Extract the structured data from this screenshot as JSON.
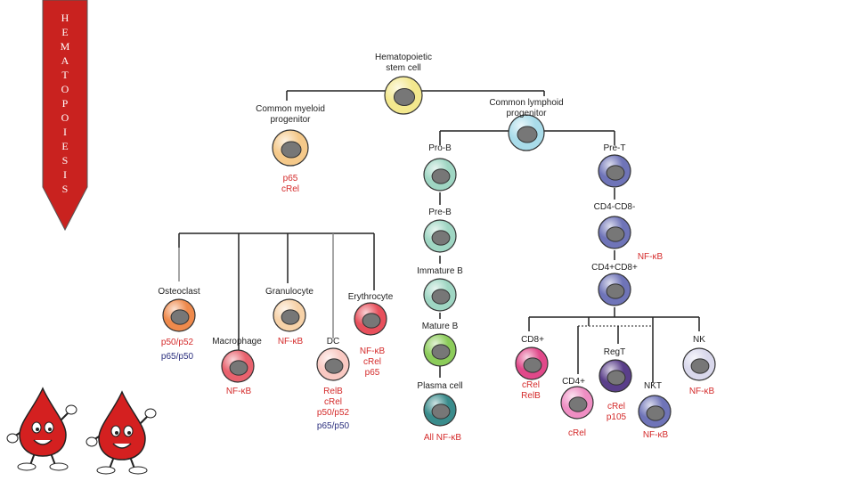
{
  "banner": {
    "letters": [
      "H",
      "E",
      "M",
      "A",
      "T",
      "O",
      "P",
      "O",
      "I",
      "E",
      "S",
      "I",
      "S"
    ]
  },
  "colors": {
    "banner": "#c9221f",
    "red_text": "#d42a2a",
    "blue_text": "#2b2f7e",
    "line": "#222222"
  },
  "cells": {
    "hsc": {
      "label_lines": [
        "Hematopoietic",
        "stem cell"
      ],
      "color": "#f3e88e"
    },
    "cmp": {
      "label_lines": [
        "Common myeloid",
        "progenitor"
      ],
      "color": "#f5c98a"
    },
    "clp": {
      "label_lines": [
        "Common lymphoid",
        "progenitor"
      ],
      "color": "#a9dcea"
    },
    "osteoclast": {
      "label": "Osteoclast",
      "color": "#ef8a4c"
    },
    "macrophage": {
      "label": "Macrophage",
      "color": "#e9626e"
    },
    "granulocyte": {
      "label": "Granulocyte",
      "color": "#f7d2a8"
    },
    "dc": {
      "label": "DC",
      "color": "#f9c9c2"
    },
    "erythrocyte": {
      "label": "Erythrocyte",
      "color": "#e8505c"
    },
    "prob": {
      "label": "Pro-B",
      "color": "#9fd6c3"
    },
    "preb": {
      "label": "Pre-B",
      "color": "#9fd6c3"
    },
    "immatureb": {
      "label": "Immature B",
      "color": "#9fd6c3"
    },
    "matureb": {
      "label": "Mature B",
      "color": "#8ccc5a"
    },
    "plasma": {
      "label": "Plasma cell",
      "color": "#3a8c8c"
    },
    "pret": {
      "label": "Pre-T",
      "color": "#6f74b8"
    },
    "dn": {
      "label": "CD4-CD8-",
      "color": "#6f74b8"
    },
    "dp": {
      "label": "CD4+CD8+",
      "color": "#6f74b8"
    },
    "cd8": {
      "label": "CD8+",
      "color": "#e1498a"
    },
    "cd4": {
      "label": "CD4+",
      "color": "#ef8ec3"
    },
    "treg": {
      "label": "RegT",
      "color": "#5a3f8a"
    },
    "nkt": {
      "label": "NKT",
      "color": "#6f74b8"
    },
    "nk": {
      "label": "NK",
      "color": "#d9d8ec"
    }
  },
  "factors": {
    "cmp": [
      "p65",
      "cRel"
    ],
    "osteoclast_red": "p50/p52",
    "osteoclast_blue": "p65/p50",
    "macrophage": "NF-κB",
    "granulocyte": "NF-κB",
    "dc_red": [
      "RelB",
      "cRel",
      "p50/p52"
    ],
    "dc_blue": "p65/p50",
    "erythrocyte": [
      "NF-κB",
      "cRel",
      "p65"
    ],
    "plasma": "All NF-κB",
    "dn_dp": "NF-κB",
    "cd8": [
      "cRel",
      "RelB"
    ],
    "cd4": "cRel",
    "treg": [
      "cRel",
      "p105"
    ],
    "nkt": "NF-κB",
    "nk": "NF-κB"
  },
  "mascots": {
    "count": 2,
    "color": "#d42020"
  }
}
